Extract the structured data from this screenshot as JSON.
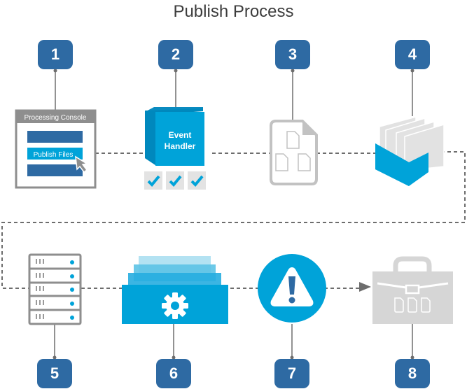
{
  "title": "Publish Process",
  "colors": {
    "badge": "#2e6aa3",
    "accent": "#00a3d9",
    "gray": "#9a9a9a",
    "light_gray": "#d6d6d6",
    "connector": "#6d6d6d"
  },
  "steps": [
    {
      "number": "1",
      "icon": "processing-console-icon",
      "console_title": "Processing Console",
      "button_label": "Publish Files"
    },
    {
      "number": "2",
      "icon": "event-handler-cube-icon",
      "line1": "Event",
      "line2": "Handler",
      "checks": 3
    },
    {
      "number": "3",
      "icon": "document-with-files-icon"
    },
    {
      "number": "4",
      "icon": "file-box-icon"
    },
    {
      "number": "5",
      "icon": "server-rack-icon"
    },
    {
      "number": "6",
      "icon": "stacked-tray-gear-icon"
    },
    {
      "number": "7",
      "icon": "warning-alert-icon"
    },
    {
      "number": "8",
      "icon": "briefcase-files-icon"
    }
  ]
}
